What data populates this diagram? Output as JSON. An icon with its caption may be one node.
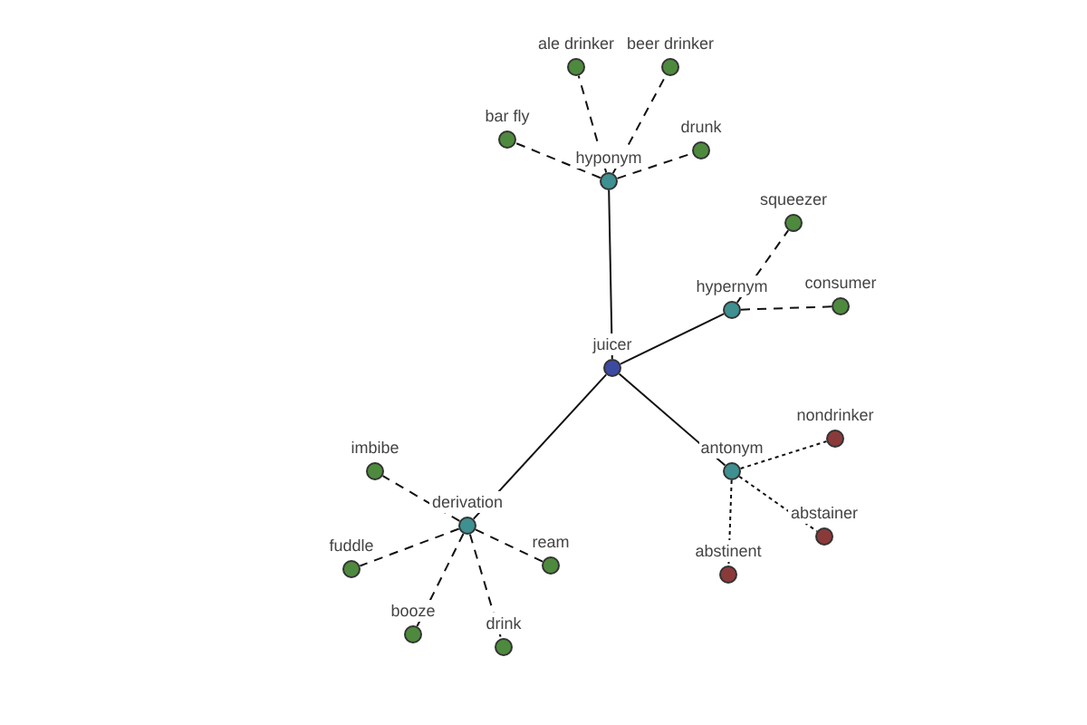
{
  "diagram": {
    "nodes": [
      {
        "text": [
          "ale drinker"
        ]
      },
      {
        "text": [
          "beer drinker"
        ]
      },
      {
        "text": [
          "bar fly"
        ]
      },
      {
        "text": [
          "drunk"
        ]
      },
      {
        "text": [
          "hyponym"
        ]
      },
      {
        "text": [
          "squeezer"
        ]
      },
      {
        "text": [
          "hypernym"
        ]
      },
      {
        "text": [
          "consumer"
        ]
      },
      {
        "text": [
          "juicer"
        ]
      },
      {
        "text": [
          "nondrinker"
        ]
      },
      {
        "text": [
          "antonym"
        ]
      },
      {
        "text": [
          "imbibe"
        ]
      },
      {
        "text": [
          "abstainer"
        ]
      },
      {
        "text": [
          "derivation"
        ]
      },
      {
        "text": [
          "ream"
        ]
      },
      {
        "text": [
          "fuddle"
        ]
      },
      {
        "text": [
          "abstinent"
        ]
      },
      {
        "text": [
          "booze"
        ]
      },
      {
        "text": [
          "drink"
        ]
      }
    ],
    "edges": [
      {
        "from": 8,
        "to": 4,
        "arrow": "none"
      },
      {
        "from": 8,
        "to": 6,
        "arrow": "none"
      },
      {
        "from": 8,
        "to": 10,
        "arrow": "none"
      },
      {
        "from": 8,
        "to": 13,
        "arrow": "none"
      },
      {
        "from": 4,
        "to": 0,
        "arrow": "none",
        "style": "dashed"
      },
      {
        "from": 4,
        "to": 1,
        "arrow": "none",
        "style": "dashed"
      },
      {
        "from": 4,
        "to": 2,
        "arrow": "none",
        "style": "dashed"
      },
      {
        "from": 4,
        "to": 3,
        "arrow": "none",
        "style": "dashed"
      },
      {
        "from": 6,
        "to": 5,
        "arrow": "none",
        "style": "dashed"
      },
      {
        "from": 6,
        "to": 7,
        "arrow": "none",
        "style": "dashed"
      },
      {
        "from": 10,
        "to": 9,
        "arrow": "none",
        "style": "dashed"
      },
      {
        "from": 10,
        "to": 12,
        "arrow": "none",
        "style": "dashed"
      },
      {
        "from": 10,
        "to": 16,
        "arrow": "none",
        "style": "dashed"
      },
      {
        "from": 13,
        "to": 11,
        "arrow": "none",
        "style": "dashed"
      },
      {
        "from": 13,
        "to": 15,
        "arrow": "none",
        "style": "dashed"
      },
      {
        "from": 13,
        "to": 14,
        "arrow": "none",
        "style": "dashed"
      },
      {
        "from": 13,
        "to": 17,
        "arrow": "none",
        "style": "dashed"
      },
      {
        "from": 13,
        "to": 18,
        "arrow": "none",
        "style": "dashed"
      }
    ]
  }
}
